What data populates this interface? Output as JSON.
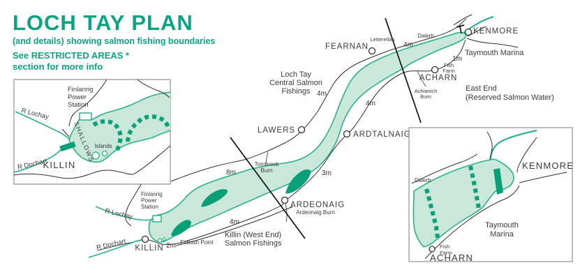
{
  "header": {
    "title": "LOCH TAY PLAN",
    "subtitle": "(and details) showing salmon fishing boundaries",
    "note1": "See RESTRICTED AREAS *",
    "note2": "section for more info"
  },
  "colors": {
    "brand_teal": "#0ca383",
    "loch_fill": "#c9e8da",
    "loch_outline": "#2bb189",
    "restricted_green": "#0aa077",
    "text_dark": "#3a3a3a",
    "shoreline": "#2d2d2d"
  },
  "main": {
    "places": {
      "fearnan": "FEARNAN",
      "kenmore": "KENMORE",
      "acharn": "ACHARN",
      "lawers": "LAWERS",
      "ardtalnaig": "ARDTALNAIG",
      "ardeonaig": "ARDEONAIG",
      "killin": "KILLIN"
    },
    "areas": {
      "central1": "Loch Tay",
      "central2": "Central Salmon",
      "central3": "Fishings",
      "west1": "Killin (West End)",
      "west2": "Salmon Fishings",
      "east1": "East End",
      "east2": "(Reserved Salmon Water)"
    },
    "features": {
      "power1": "Finlanrig",
      "power2": "Power",
      "power3": "Station",
      "r_lochay": "R Lochay",
      "r_dochart": "R Dochart",
      "firbush": "Firbush Point",
      "tombreck1": "Tombreck",
      "tombreck2": "Burn",
      "ardeonaig_burn": "Ardeonaig Burn",
      "achianich1": "Achianich",
      "achianich2": "Burn",
      "letterellan": "Letterellan",
      "dalerb": "Dalerb",
      "fish1": "Fish",
      "fish2": "Farm",
      "taymouth": "Taymouth Marina"
    },
    "depths": {
      "m2": "2m",
      "m8": "8m",
      "m4a": "4m",
      "m4b": "4m",
      "m4c": "4m",
      "m4d": "4m",
      "m3": "3m",
      "m1": "1m"
    }
  },
  "inset_killin": {
    "power1": "Finlanrig",
    "power2": "Power",
    "power3": "Station",
    "r_lochay": "R Lochay",
    "r_dochart": "R Dochart",
    "shallows": "SHALLOWS",
    "islands": "Islands",
    "killin": "KILLIN"
  },
  "inset_kenmore": {
    "dalerb": "Dalerb",
    "kenmore": "KENMORE",
    "taymouth1": "Taymouth",
    "taymouth2": "Marina",
    "fish1": "Fish",
    "fish2": "Farm",
    "acharn": "ACHARN"
  }
}
